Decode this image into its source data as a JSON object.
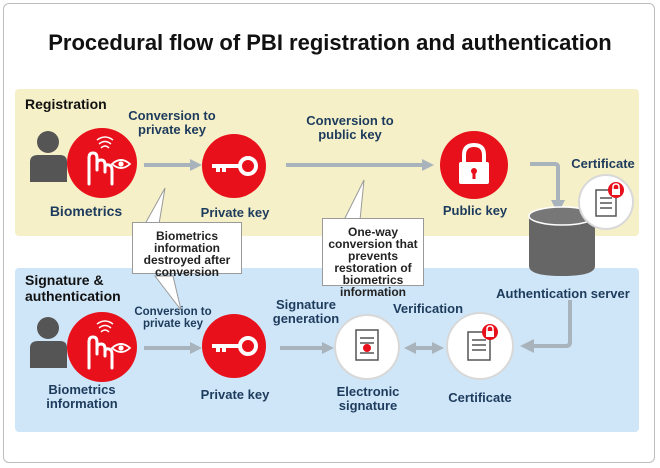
{
  "title": "Procedural flow of PBI registration and authentication",
  "registration": {
    "section_label": "Registration",
    "biometrics_label": "Biometrics",
    "conversion_private": "Conversion to private key",
    "private_key_label": "Private key",
    "conversion_public": "Conversion to public key",
    "public_key_label": "Public key",
    "certificate_label": "Certificate"
  },
  "callouts": {
    "destroyed": "Biometrics information destroyed after conversion",
    "one_way": "One-way conversion that prevents restoration of biometrics information"
  },
  "server_label": "Authentication server",
  "signature": {
    "section_label": "Signature & authentication",
    "biometrics_label": "Biometrics information",
    "conversion_private": "Conversion to private key",
    "private_key_label": "Private key",
    "signature_generation": "Signature generation",
    "electronic_signature_label": "Electronic signature",
    "verification_label": "Verification",
    "certificate_label": "Certificate"
  },
  "colors": {
    "accent_red": "#e8101a",
    "arrow_gray": "#a9b3bc",
    "registration_bg": "#f6f0c8",
    "signature_bg": "#cfe6f8"
  },
  "icons": [
    "person-icon",
    "fingerprint-hand-icon",
    "eye-icon",
    "key-icon",
    "padlock-icon",
    "certificate-icon",
    "server-icon",
    "document-icon"
  ]
}
